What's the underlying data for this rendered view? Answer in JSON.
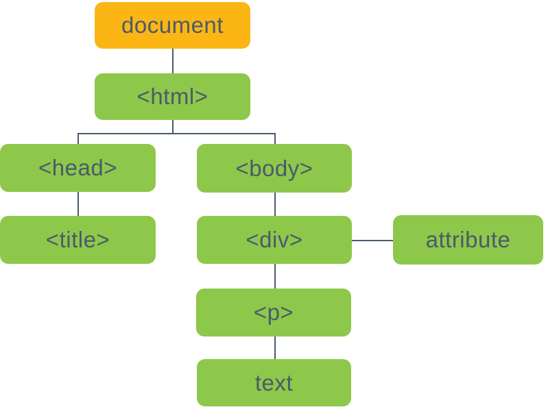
{
  "diagram": {
    "type": "tree",
    "nodes": [
      {
        "id": "document",
        "label": "document",
        "kind": "document"
      },
      {
        "id": "html",
        "label": "<html>",
        "kind": "element"
      },
      {
        "id": "head",
        "label": "<head>",
        "kind": "element"
      },
      {
        "id": "body",
        "label": "<body>",
        "kind": "element"
      },
      {
        "id": "title",
        "label": "<title>",
        "kind": "element"
      },
      {
        "id": "div",
        "label": "<div>",
        "kind": "element"
      },
      {
        "id": "attribute",
        "label": "attribute",
        "kind": "element"
      },
      {
        "id": "p",
        "label": "<p>",
        "kind": "element"
      },
      {
        "id": "text",
        "label": "text",
        "kind": "element"
      }
    ],
    "edges": [
      {
        "from": "document",
        "to": "html"
      },
      {
        "from": "html",
        "to": "head"
      },
      {
        "from": "html",
        "to": "body"
      },
      {
        "from": "head",
        "to": "title"
      },
      {
        "from": "body",
        "to": "div"
      },
      {
        "from": "div",
        "to": "attribute"
      },
      {
        "from": "div",
        "to": "p"
      },
      {
        "from": "p",
        "to": "text"
      }
    ]
  },
  "colors": {
    "document_fill": "#FBB615",
    "element_fill": "#8DC84B",
    "text": "#4A5A6C",
    "connector": "#4A5A6C",
    "background": "#FFFFFF"
  }
}
